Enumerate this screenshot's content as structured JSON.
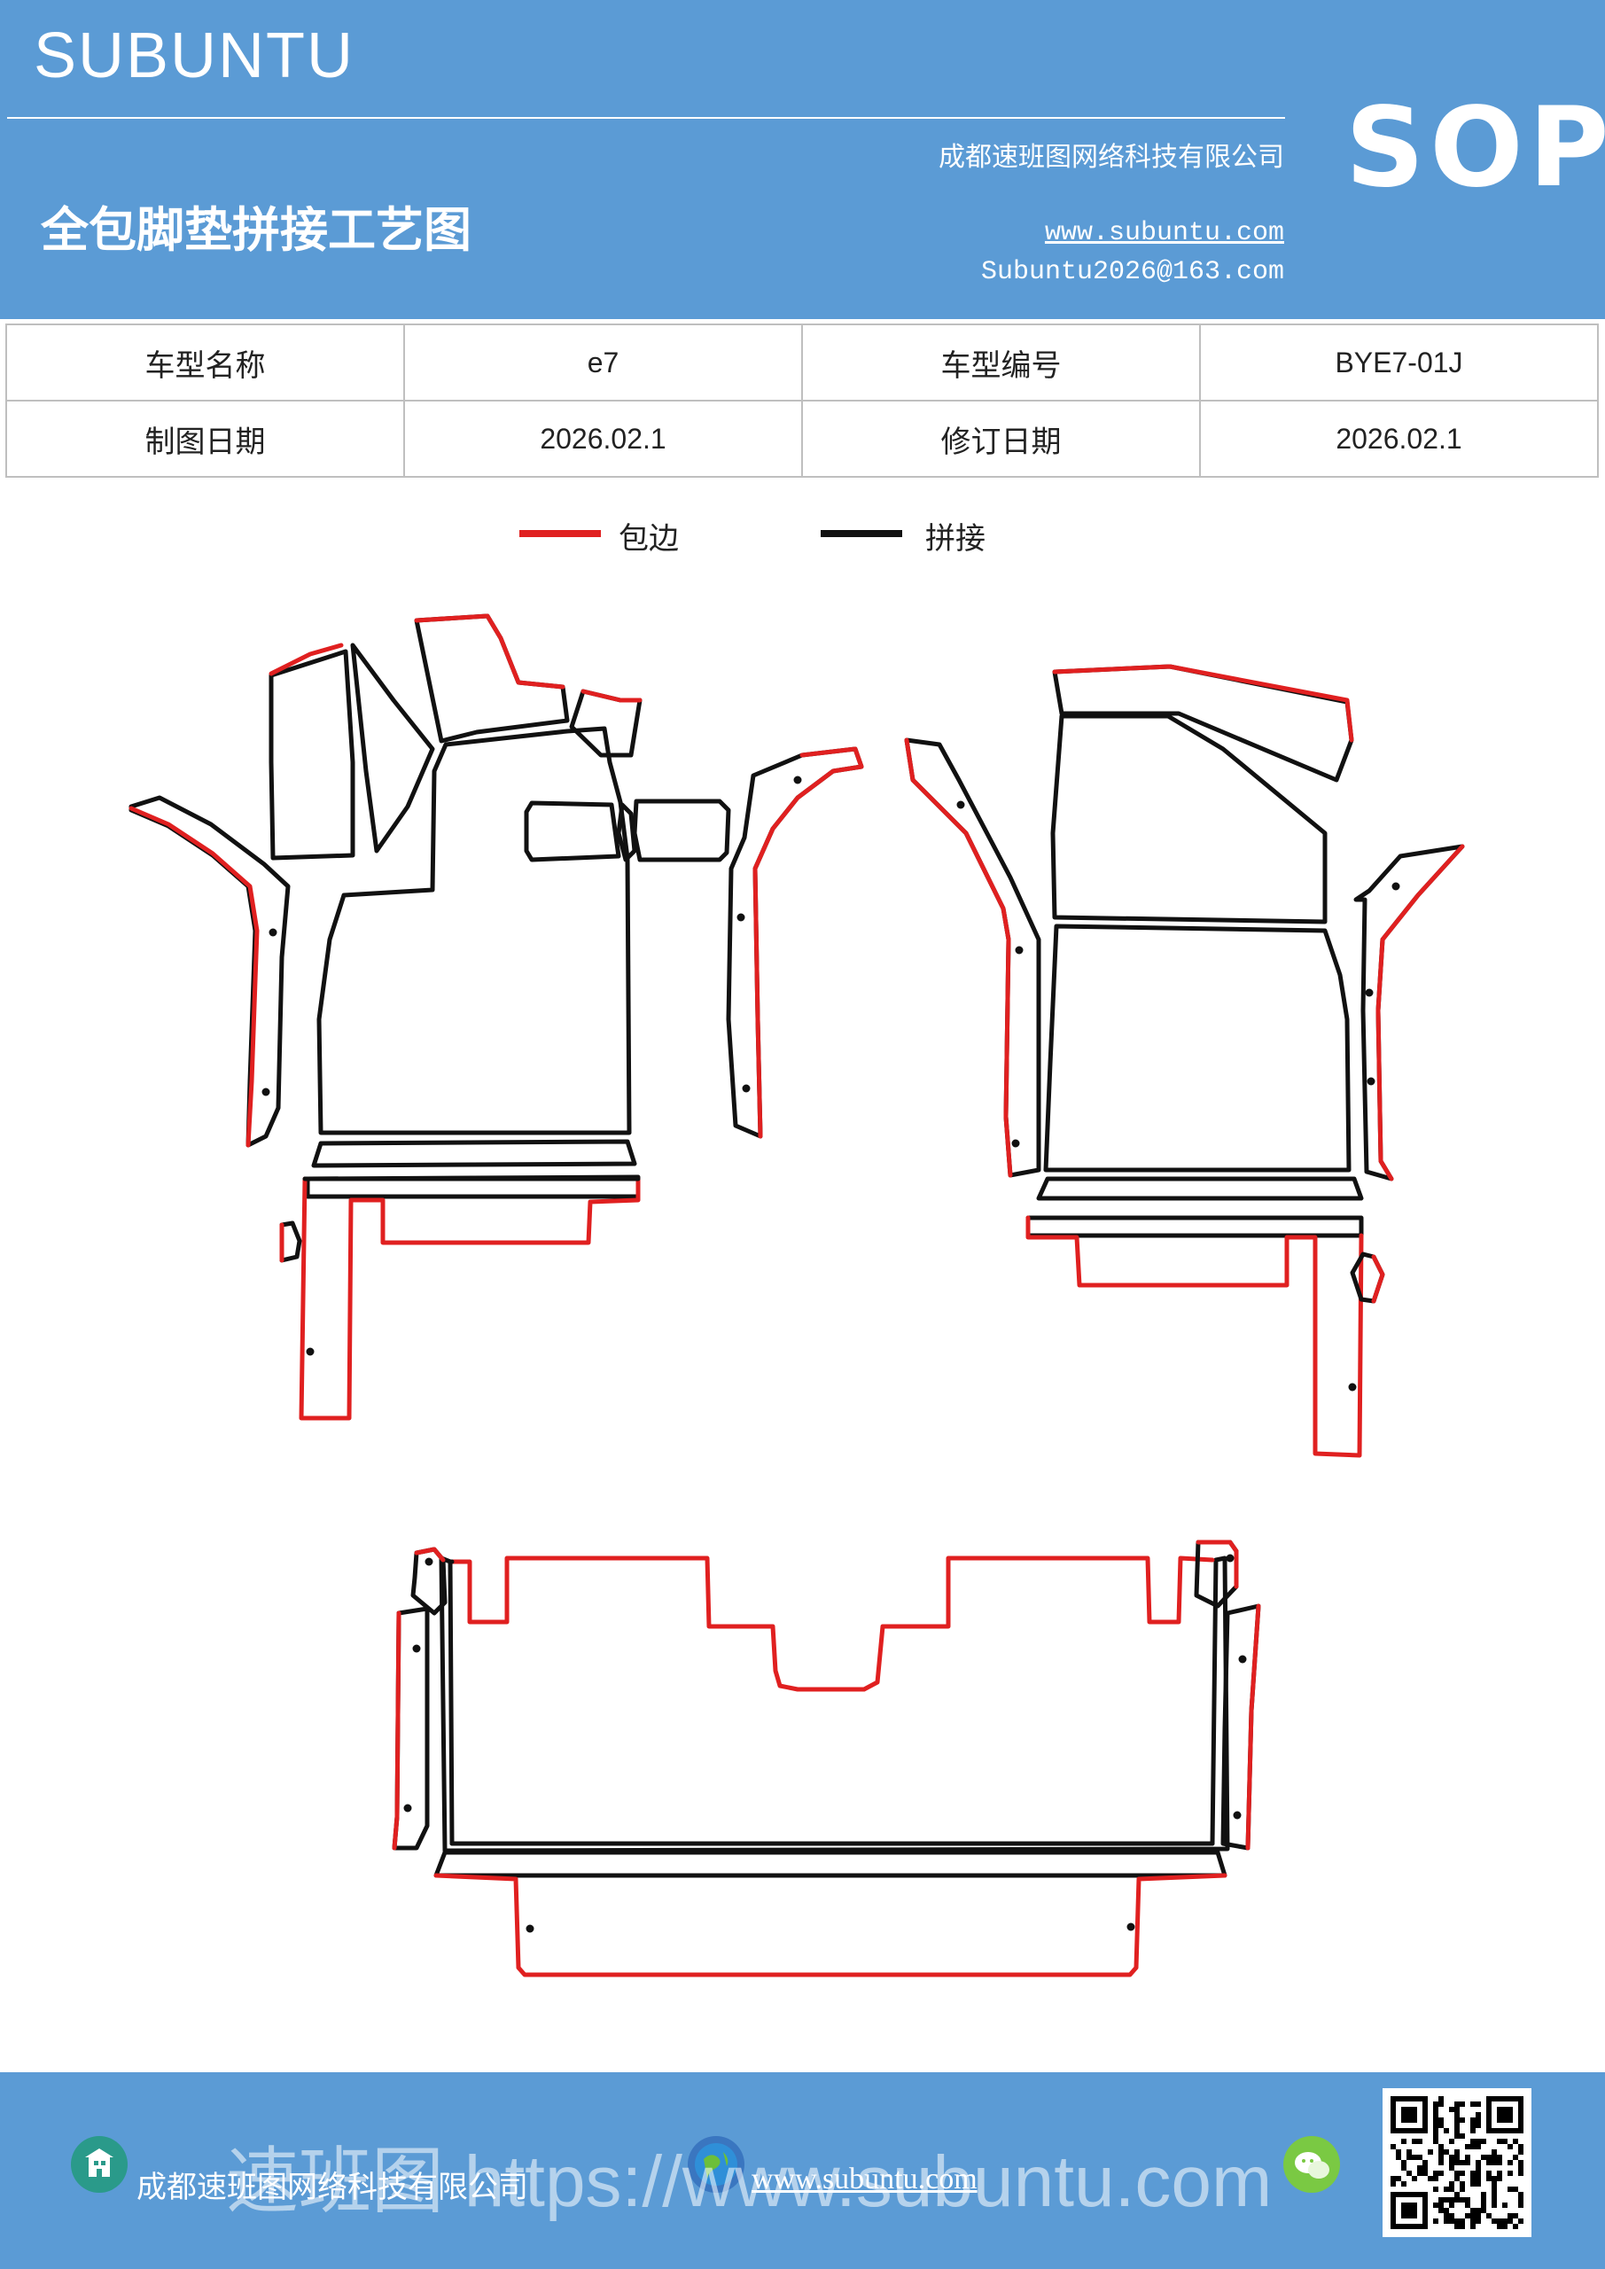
{
  "header": {
    "brand": "SUBUNTU",
    "company": "成都速班图网络科技有限公司",
    "title": "全包脚垫拼接工艺图",
    "website": "www.subuntu.com",
    "email": "Subuntu2026@163.com",
    "sop": "SOP"
  },
  "info": {
    "model_name_label": "车型名称",
    "model_name": "e7",
    "model_code_label": "车型编号",
    "model_code": "BYE7-01J",
    "draw_date_label": "制图日期",
    "draw_date": "2026.02.1",
    "revise_date_label": "修订日期",
    "revise_date": "2026.02.1"
  },
  "legend": {
    "edging": {
      "label": "包边",
      "color": "#e02020"
    },
    "splice": {
      "label": "拼接",
      "color": "#111111"
    }
  },
  "footer": {
    "company": "成都速班图网络科技有限公司",
    "website": "www.subuntu.com",
    "overlay": "速班图 https://www.subuntu.com",
    "building_icon": "building-icon",
    "globe_icon": "globe-icon",
    "wechat_icon": "wechat-icon"
  }
}
